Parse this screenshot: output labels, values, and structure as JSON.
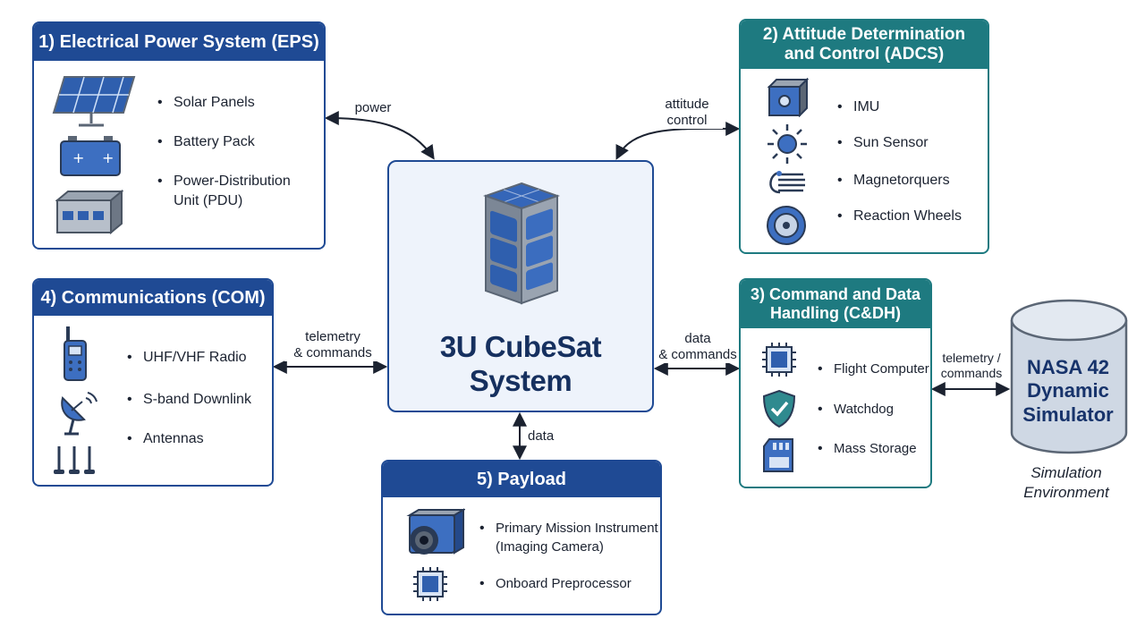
{
  "center": {
    "title": "3U CubeSat System"
  },
  "eps": {
    "title": "1) Electrical Power System (EPS)",
    "items": [
      {
        "label": "Solar Panels",
        "icon": "solar-panel-icon"
      },
      {
        "label": "Battery Pack",
        "icon": "battery-icon"
      },
      {
        "label": "Power-Distribution\nUnit (PDU)",
        "icon": "pdu-box-icon"
      }
    ]
  },
  "adcs": {
    "title": "2) Attitude Determination\nand Control (ADCS)",
    "items": [
      {
        "label": "IMU",
        "icon": "imu-cube-icon"
      },
      {
        "label": "Sun Sensor",
        "icon": "sun-icon"
      },
      {
        "label": "Magnetorquers",
        "icon": "magnetorquer-coil-icon"
      },
      {
        "label": "Reaction Wheels",
        "icon": "reaction-wheel-icon"
      }
    ]
  },
  "com": {
    "title": "4) Communications (COM)",
    "items": [
      {
        "label": "UHF/VHF Radio",
        "icon": "radio-icon"
      },
      {
        "label": "S-band Downlink",
        "icon": "satellite-dish-icon"
      },
      {
        "label": "Antennas",
        "icon": "antennas-icon"
      }
    ]
  },
  "cdh": {
    "title": "3) Command and Data\nHandling (C&DH)",
    "items": [
      {
        "label": "Flight Computer",
        "icon": "chip-icon"
      },
      {
        "label": "Watchdog",
        "icon": "shield-check-icon"
      },
      {
        "label": "Mass Storage",
        "icon": "memory-card-icon"
      }
    ]
  },
  "payload": {
    "title": "5) Payload",
    "items": [
      {
        "label": "Primary Mission Instrument\n(Imaging Camera)",
        "icon": "camera-icon"
      },
      {
        "label": "Onboard Preprocessor",
        "icon": "chip-icon"
      }
    ]
  },
  "simulator": {
    "title": "NASA 42\nDynamic\nSimulator",
    "caption": "Simulation\nEnvironment"
  },
  "connections": {
    "power": "power",
    "attitude": "attitude\ncontrol",
    "com": "telemetry\n& commands",
    "cdh": "data\n& commands",
    "payload": "data",
    "sim": "telemetry /\ncommands"
  },
  "colors": {
    "blue": "#1f4a94",
    "teal": "#1e7a80",
    "icon_blue": "#3d6fc1",
    "simulator_fill": "#cfd8e4"
  }
}
